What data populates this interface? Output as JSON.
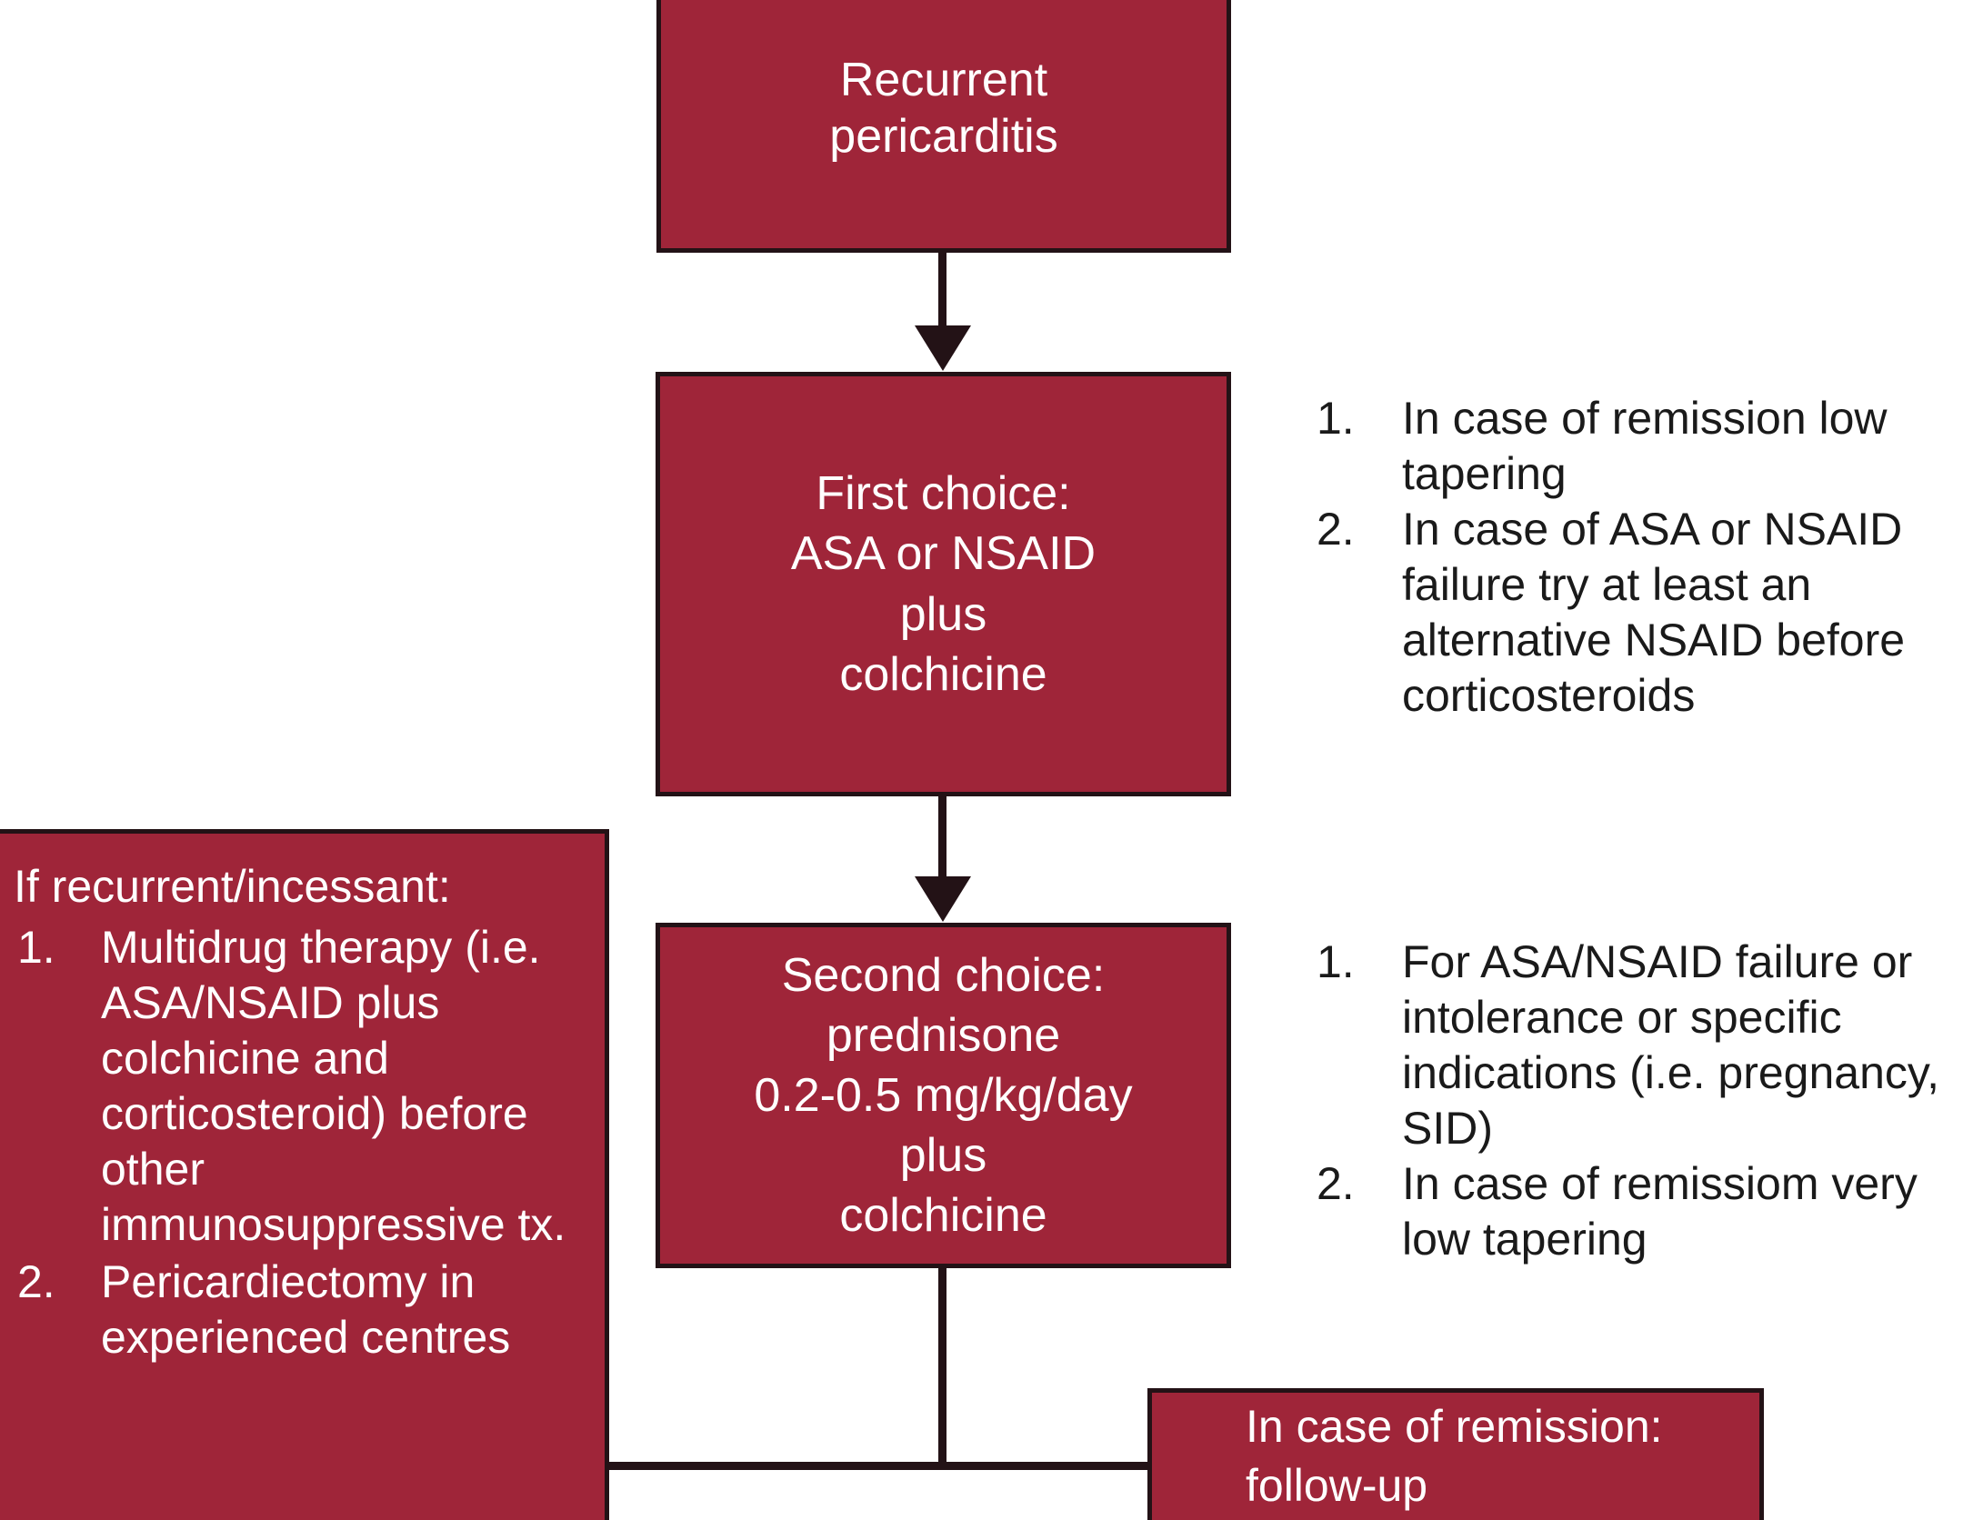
{
  "meta": {
    "title": "Recurrent pericarditis treatment algorithm",
    "accent_color": "#9F2539",
    "border_color": "#231216",
    "text_on_accent": "#FFFFFF",
    "annotation_color": "#1A1A1A",
    "background": "#FFFFFF"
  },
  "nodes": {
    "recurrent": {
      "lines": [
        "Recurrent",
        "pericarditis"
      ]
    },
    "first_choice": {
      "lines": [
        "First choice:",
        "ASA or NSAID",
        "plus",
        "colchicine"
      ]
    },
    "second_choice": {
      "lines": [
        "Second choice:",
        "prednisone",
        "0.2-0.5 mg/kg/day",
        "plus",
        "colchicine"
      ]
    },
    "followup": {
      "lines": [
        "In case of remission:",
        "follow-up"
      ]
    },
    "recurrent_incessant": {
      "heading": "If recurrent/incessant:",
      "items": [
        {
          "num": "1.",
          "text": "Multidrug therapy (i.e. ASA/NSAID plus colchicine and corticosteroid) before other immunosuppressive tx."
        },
        {
          "num": "2.",
          "text": "Pericardiectomy in experienced centres"
        }
      ]
    }
  },
  "annotations": {
    "first_choice_notes": {
      "items": [
        {
          "num": "1.",
          "text": "In case of remission low tapering"
        },
        {
          "num": "2.",
          "text": "In case of ASA or NSAID failure try at least an alternative NSAID before corticosteroids"
        }
      ]
    },
    "second_choice_notes": {
      "items": [
        {
          "num": "1.",
          "text": "For ASA/NSAID failure or intolerance or specific indications (i.e. pregnancy, SID)"
        },
        {
          "num": "2.",
          "text": "In case of remissiom very low tapering"
        }
      ]
    }
  },
  "connectors": [
    {
      "name": "recurrent-to-first-choice",
      "type": "arrow",
      "direction": "down"
    },
    {
      "name": "first-choice-to-second-choice",
      "type": "arrow",
      "direction": "down"
    },
    {
      "name": "second-choice-to-bottom-rail",
      "type": "line",
      "direction": "down"
    },
    {
      "name": "bottom-rail-to-followup",
      "type": "line",
      "direction": "horizontal"
    }
  ]
}
